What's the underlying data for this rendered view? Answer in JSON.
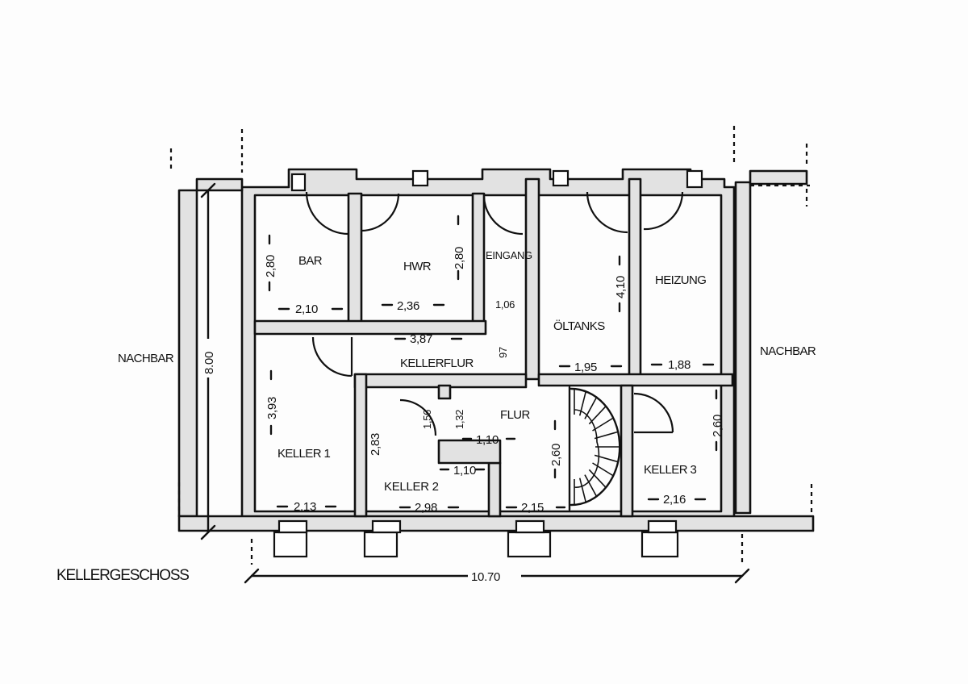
{
  "plan": {
    "title": "KELLERGESCHOSS",
    "neighbors": {
      "left": "NACHBAR",
      "right": "NACHBAR"
    },
    "overall": {
      "width": "10.70",
      "height": "8.00"
    },
    "rooms": {
      "bar": "BAR",
      "hwr": "HWR",
      "eingang": "EINGANG",
      "oeltanks": "ÖLTANKS",
      "heizung": "HEIZUNG",
      "kellerflur": "KELLERFLUR",
      "flur": "FLUR",
      "keller1": "KELLER 1",
      "keller2": "KELLER 2",
      "keller3": "KELLER 3"
    },
    "dimensions": {
      "bar_h": "2,80",
      "bar_w": "2,10",
      "hwr_h": "2,80",
      "hwr_w": "2,36",
      "eingang_w": "1,06",
      "oeltanks_h": "4,10",
      "oeltanks_w": "1,95",
      "heizung_w": "1,88",
      "kellerflur_w": "3,87",
      "kellerflur_h": "97",
      "keller1_h": "3,93",
      "keller1_w": "2,13",
      "keller2_h": "2,83",
      "keller2_w": "2,98",
      "door_h1": "1,56",
      "door_h2": "1,32",
      "flur_w": "1,10",
      "flur_w2": "1,10",
      "stair_h": "2,60",
      "stair_w": "2,15",
      "keller3_h": "2,60",
      "keller3_w": "2,16"
    }
  }
}
